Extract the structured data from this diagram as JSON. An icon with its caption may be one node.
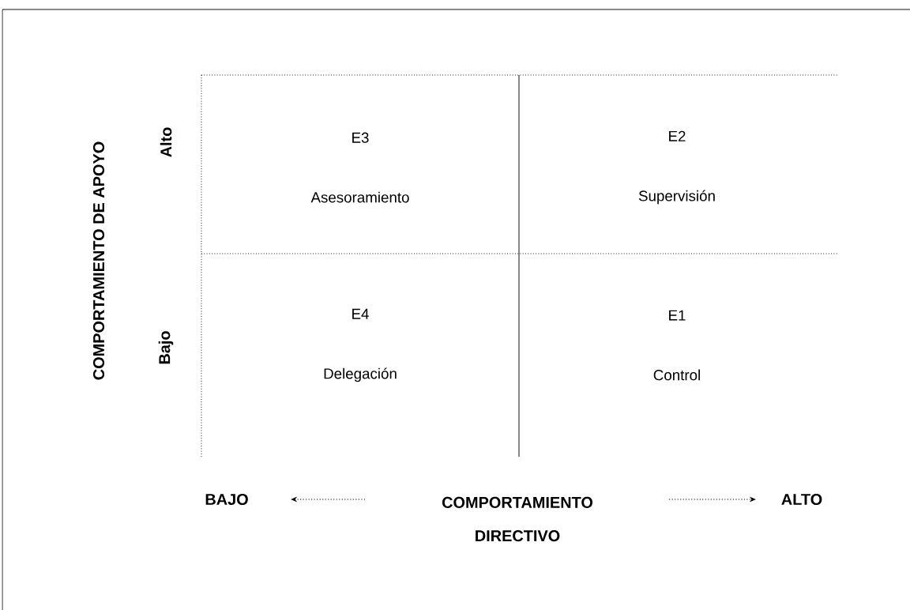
{
  "diagram": {
    "nodes": [
      {
        "text": [
          "E3",
          "Asesoramiento"
        ]
      },
      {
        "text": [
          "E2",
          "Supervisión"
        ]
      },
      {
        "text": [
          "E4",
          "Delegación"
        ]
      },
      {
        "text": [
          "E1",
          "Control"
        ]
      }
    ],
    "labels": [
      "COMPORTAMIENTO DE APOYO",
      "Alto",
      "Bajo",
      "BAJO",
      "COMPORTAMIENTO DIRECTIVO",
      "ALTO"
    ]
  }
}
